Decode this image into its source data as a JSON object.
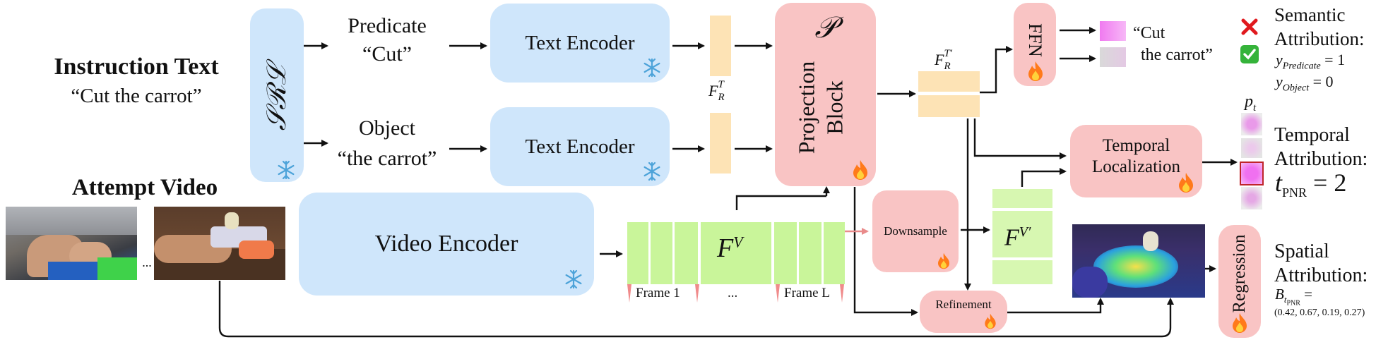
{
  "instruction": {
    "heading": "Instruction Text",
    "quote": "“Cut the carrot”"
  },
  "srl": {
    "label": "𝒮ℛℒ"
  },
  "predicate": {
    "line1": "Predicate",
    "line2": "“Cut”"
  },
  "object": {
    "line1": "Object",
    "line2": "“the carrot”"
  },
  "text_encoder_top": "Text Encoder",
  "text_encoder_bottom": "Text Encoder",
  "fr_t": {
    "base": "F",
    "sup": "T",
    "sub": "R"
  },
  "fr_t_prime": {
    "base": "F",
    "sup": "T′",
    "sub": "R"
  },
  "projection": {
    "symbol": "𝒫",
    "line1": "Projection",
    "line2": "Block"
  },
  "ffn": {
    "label": "FFN"
  },
  "output_text": {
    "line1": "“Cut",
    "line2": "the carrot”"
  },
  "semantic": {
    "title_line1": "Semantic",
    "title_line2": "Attribution:",
    "eq1_var": "y",
    "eq1_sub": "Predicate",
    "eq1_val": "= 1",
    "eq2_var": "y",
    "eq2_sub": "Object",
    "eq2_val": "= 0"
  },
  "pt_label": {
    "base": "p",
    "sub": "t"
  },
  "temporal_localization": {
    "line1": "Temporal",
    "line2": "Localization"
  },
  "temporal": {
    "title_line1": "Temporal",
    "title_line2": "Attribution:",
    "eq_var": "t",
    "eq_sub": "PNR",
    "eq_val": "= 2"
  },
  "attempt_video": {
    "heading": "Attempt Video",
    "ellipsis": "..."
  },
  "video_encoder": "Video Encoder",
  "fv": {
    "base": "F",
    "sup": "V"
  },
  "fv_prime": {
    "base": "F",
    "sup": "V′"
  },
  "frames": {
    "first": "Frame 1",
    "middle": "...",
    "last": "Frame L"
  },
  "downsample": "Downsample",
  "refinement": "Refinement",
  "regression": "Regression",
  "spatial": {
    "title_line1": "Spatial",
    "title_line2": "Attribution:",
    "eq_var": "B",
    "eq_sub": "t",
    "eq_subsub": "PNR",
    "eq_val": "=",
    "bbox": "(0.42, 0.67, 0.19, 0.27)"
  },
  "icons": {
    "snowflake": "snowflake-icon",
    "fire": "fire-icon",
    "cross": "red-cross-icon",
    "check": "green-check-icon"
  },
  "colors": {
    "blue": "#cfe6fb",
    "pink": "#f9c4c4",
    "orange": "#fde3b5",
    "green": "#c9f59a",
    "snowflake": "#4da3d9",
    "fire": "#ff7a1a"
  }
}
